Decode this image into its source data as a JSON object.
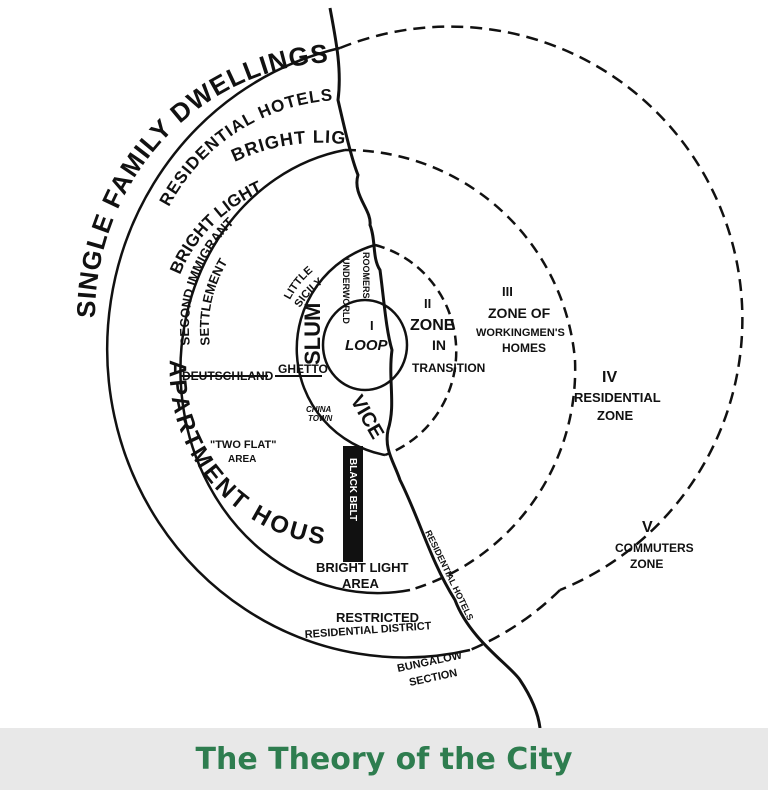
{
  "colors": {
    "ink": "#111111",
    "caption": "#2e7d4f",
    "caption_bg": "#e8e8e8"
  },
  "caption": "The Theory of the City",
  "zones": {
    "loop_num": "I",
    "loop": "LOOP",
    "transition_num": "II",
    "transition_1": "ZONE",
    "transition_2": "IN",
    "transition_3": "TRANSITION",
    "workingmen_num": "III",
    "workingmen_1": "ZONE OF",
    "workingmen_2": "WORKINGMEN'S",
    "workingmen_3": "HOMES",
    "residential_num": "IV",
    "residential_1": "RESIDENTIAL",
    "residential_2": "ZONE",
    "commuters_num": "V",
    "commuters_1": "COMMUTERS",
    "commuters_2": "ZONE"
  },
  "areas": {
    "single_family": "SINGLE FAMILY DWELLINGS",
    "residential_hotels": "RESIDENTIAL HOTELS",
    "bright_light_top": "BRIGHT LIGHT AREA",
    "bright_light_mid": "BRIGHT LIGHT",
    "second_immigrant_1": "SECOND IMMIGRANT",
    "second_immigrant_2": "SETTLEMENT",
    "apartment_houses": "APARTMENT HOUSES",
    "little_sicily_1": "LITTLE",
    "little_sicily_2": "SICILY",
    "underworld": "UNDERWORLD",
    "rooming_houses": "ROOMERS",
    "slum": "SLUM",
    "vice": "VICE",
    "deutschland": "DEUTSCHLAND",
    "ghetto": "GHETTO",
    "china_town_1": "CHINA",
    "china_town_2": "TOWN",
    "two_flat_1": "\"TWO FLAT\"",
    "two_flat_2": "AREA",
    "black_belt": "BLACK BELT",
    "bright_light_bottom_1": "BRIGHT LIGHT",
    "bright_light_bottom_2": "AREA",
    "restricted_1": "RESTRICTED",
    "restricted_2": "RESIDENTIAL DISTRICT",
    "residential_hotels_lower": "RESIDENTIAL HOTELS",
    "bungalow_1": "BUNGALOW",
    "bungalow_2": "SECTION"
  }
}
